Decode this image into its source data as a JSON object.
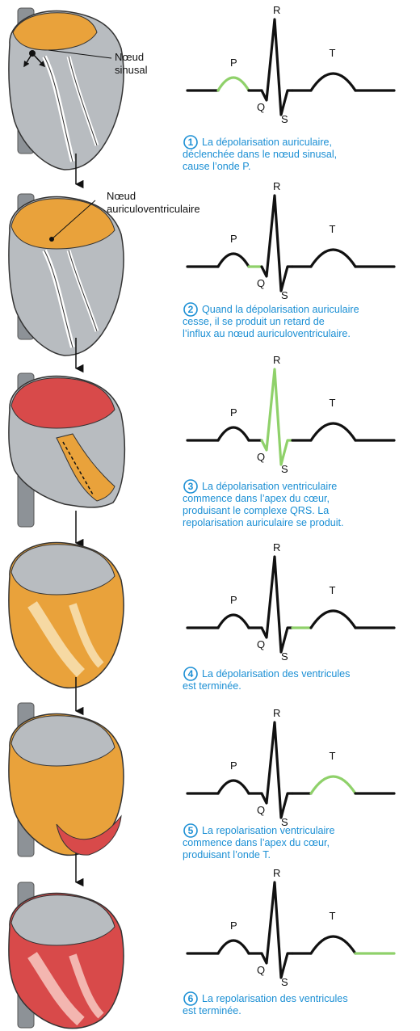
{
  "colors": {
    "trace": "#111111",
    "highlight": "#8fd16a",
    "caption": "#1b8fd4",
    "atria_depolarized": "#e9a23b",
    "depolarized_red": "#d84a4a",
    "resting_gray": "#9a9ea3"
  },
  "labels": {
    "sinus_node": [
      "Nœud",
      "sinusal"
    ],
    "av_node": [
      "Nœud",
      "auriculoventriculaire"
    ]
  },
  "steps": [
    {
      "number": "1",
      "highlight": "P",
      "wave_labels": {
        "P": "P",
        "Q": "Q",
        "R": "R",
        "S": "S",
        "T": "T"
      },
      "caption_lines": [
        "La dépolarisation auriculaire,",
        "déclenchée dans le nœud sinusal,",
        "cause l’onde P."
      ],
      "heart_state": "atria-orange"
    },
    {
      "number": "2",
      "highlight": "PQ",
      "wave_labels": {
        "P": "P",
        "Q": "Q",
        "R": "R",
        "S": "S",
        "T": "T"
      },
      "caption_lines": [
        "Quand la dépolarisation auriculaire",
        "cesse, il se produit un retard de",
        "l’influx au nœud auriculoventriculaire."
      ],
      "heart_state": "atria-orange-full"
    },
    {
      "number": "3",
      "highlight": "QRS",
      "wave_labels": {
        "P": "P",
        "Q": "Q",
        "R": "R",
        "S": "S",
        "T": "T"
      },
      "caption_lines": [
        "La dépolarisation ventriculaire",
        "commence dans l’apex du cœur,",
        "produisant le complexe QRS. La",
        "repolarisation auriculaire se produit."
      ],
      "heart_state": "atria-red-septum-orange"
    },
    {
      "number": "4",
      "highlight": "ST",
      "wave_labels": {
        "P": "P",
        "Q": "Q",
        "R": "R",
        "S": "S",
        "T": "T"
      },
      "caption_lines": [
        "La dépolarisation des ventricules",
        "est terminée."
      ],
      "heart_state": "ventricles-orange"
    },
    {
      "number": "5",
      "highlight": "T",
      "wave_labels": {
        "P": "P",
        "Q": "Q",
        "R": "R",
        "S": "S",
        "T": "T"
      },
      "caption_lines": [
        "La repolarisation ventriculaire",
        "commence dans l’apex du cœur,",
        "produisant l’onde T."
      ],
      "heart_state": "ventricles-orange-apex-red"
    },
    {
      "number": "6",
      "highlight": "end",
      "wave_labels": {
        "P": "P",
        "Q": "Q",
        "R": "R",
        "S": "S",
        "T": "T"
      },
      "caption_lines": [
        "La repolarisation des ventricules",
        "est terminée."
      ],
      "heart_state": "ventricles-red"
    }
  ]
}
